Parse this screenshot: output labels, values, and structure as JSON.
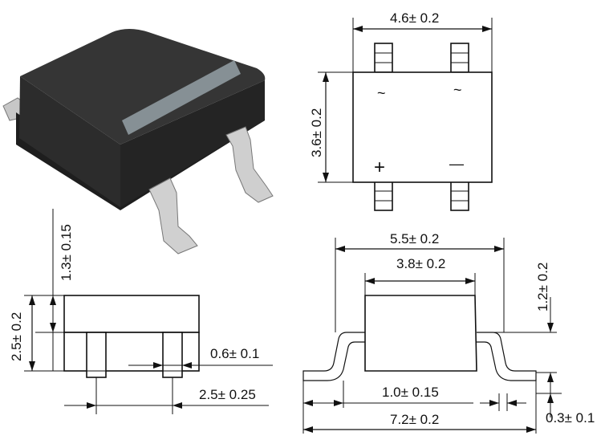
{
  "dimensions": {
    "top_width": "4.6± 0.2",
    "top_height": "3.6± 0.2",
    "side_lead_height": "1.3± 0.15",
    "side_height": "2.5± 0.2",
    "lead_width": "0.6± 0.1",
    "lead_pitch": "2.5± 0.25",
    "body_width": "5.5± 0.2",
    "top_body_width": "3.8± 0.2",
    "profile_height": "1.2± 0.2",
    "foot_length": "1.0± 0.15",
    "overall_length": "7.2± 0.2",
    "lead_thickness": "0.3± 0.1"
  },
  "symbols": {
    "ac1": "~",
    "ac2": "~",
    "plus": "+",
    "minus": "—"
  },
  "package_marking": "",
  "colors": {
    "ink": "#111111",
    "package_body": "#2a2a2a",
    "lead_metal": "#c9c9c9",
    "marking_stripe": "#8f9aa0"
  }
}
